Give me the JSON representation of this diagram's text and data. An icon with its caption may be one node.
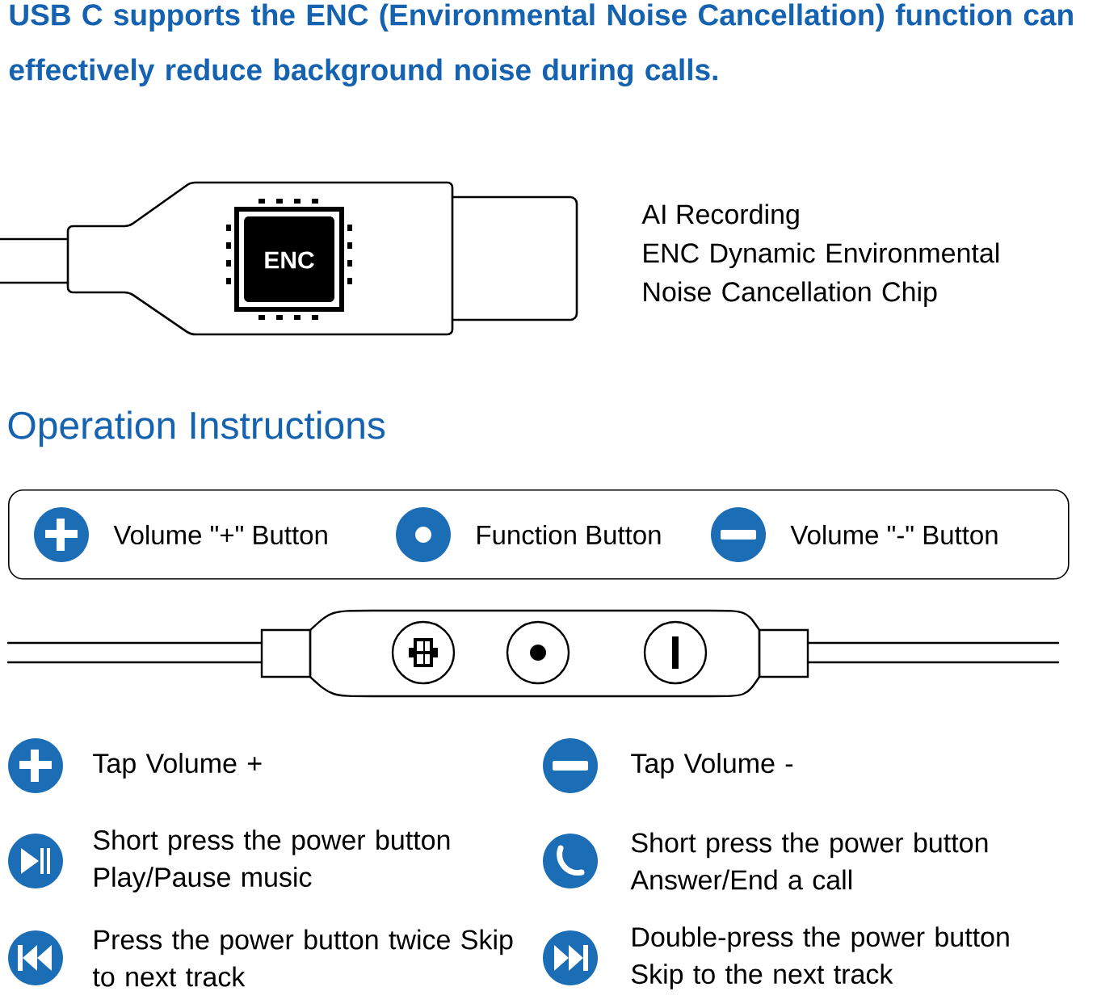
{
  "diagram": {
    "title": "USB C supports the ENC (Environmental Noise Cancellation) function can effectively reduce background noise during calls.",
    "nodes": [
      {
        "text": [
          "Volume \"+\" Button",
          "Function Button",
          "Volume \"-\" Button"
        ]
      }
    ],
    "labels": [
      "ENC",
      "AI Recording",
      "ENC Dynamic Environmental Noise  Cancellation Chip",
      "Operation Instructions",
      "Tap Volume +",
      "Tap Volume -",
      "Short press the power button Play/Pause music",
      "Short press the power button Answer/End a call",
      "Press the power button twice Skip to next track",
      "Double-press the power button Skip to the next track"
    ]
  }
}
